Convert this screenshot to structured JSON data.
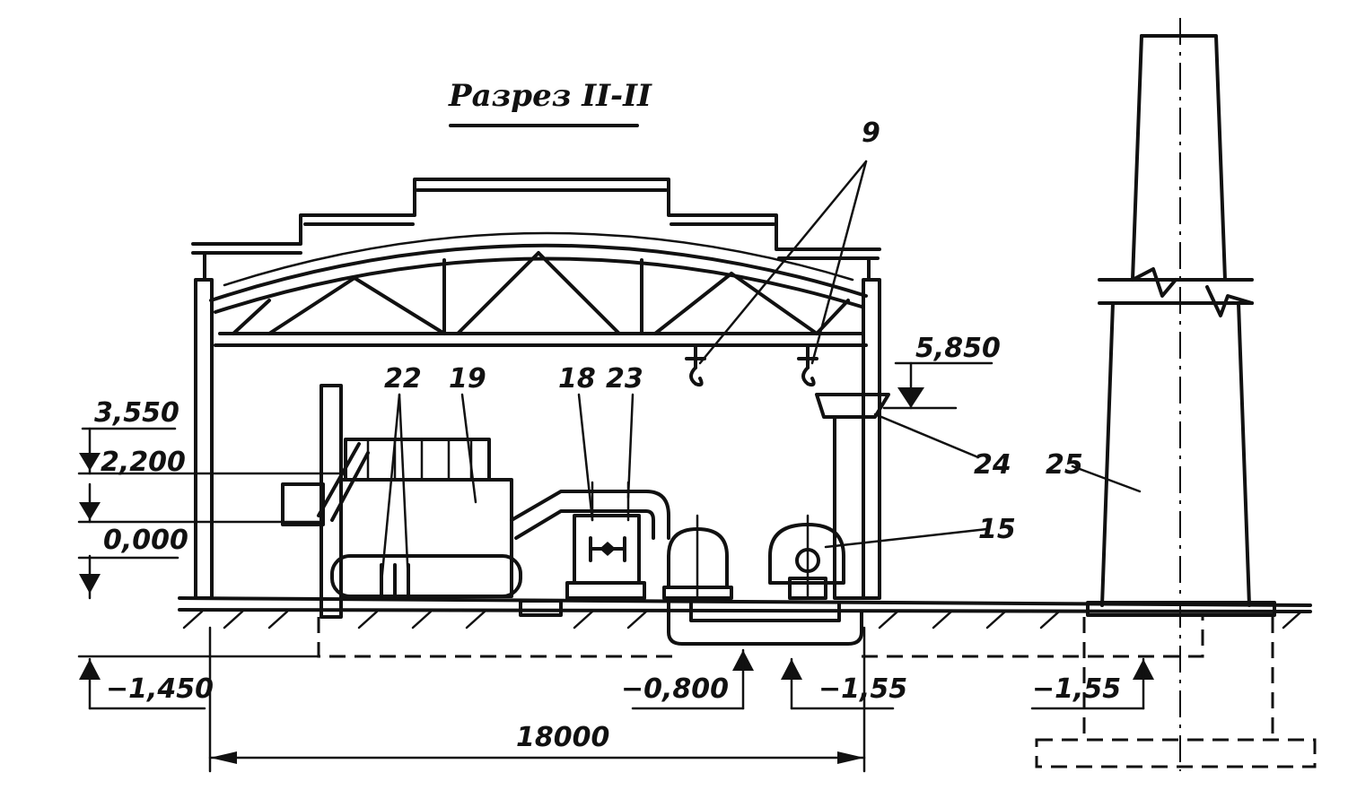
{
  "title": "Разрез II-II",
  "callouts": {
    "c9": "9",
    "c15": "15",
    "c18": "18",
    "c19": "19",
    "c22": "22",
    "c23": "23",
    "c24": "24",
    "c25": "25"
  },
  "levels": {
    "l5850": "5,850",
    "l3550": "3,550",
    "l2200": "2,200",
    "l0000": "0,000",
    "lm1450": "−1,450",
    "lm0800": "−0,800",
    "lm155a": "−1,55",
    "lm155b": "−1,55"
  },
  "dimension": {
    "span": "18000"
  }
}
